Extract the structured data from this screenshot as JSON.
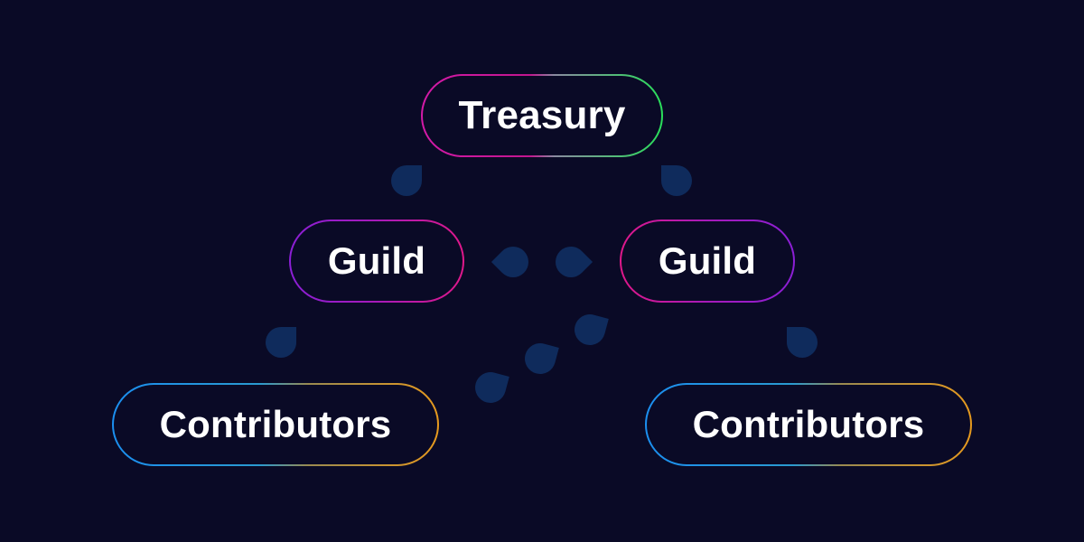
{
  "diagram": {
    "background": "#0a0a26",
    "connector_color": "#0f2b5c",
    "nodes": {
      "treasury": {
        "label": "Treasury",
        "border_gradient": [
          "#d41aa8",
          "#29e05a"
        ]
      },
      "guild_left": {
        "label": "Guild",
        "border_gradient": [
          "#8b1fd6",
          "#e0188a"
        ]
      },
      "guild_right": {
        "label": "Guild",
        "border_gradient": [
          "#e0188a",
          "#8b1fd6"
        ]
      },
      "contributors_left": {
        "label": "Contributors",
        "border_gradient": [
          "#1b8ff0",
          "#e79a1e"
        ]
      },
      "contributors_right": {
        "label": "Contributors",
        "border_gradient": [
          "#1b8ff0",
          "#e79a1e"
        ]
      }
    },
    "edges": [
      {
        "from": "treasury",
        "to": "guild_left"
      },
      {
        "from": "treasury",
        "to": "guild_right"
      },
      {
        "from": "guild_left",
        "to": "guild_right"
      },
      {
        "from": "guild_left",
        "to": "contributors_left"
      },
      {
        "from": "guild_right",
        "to": "contributors_right"
      },
      {
        "from": "guild_right",
        "to": "contributors_left"
      }
    ]
  }
}
